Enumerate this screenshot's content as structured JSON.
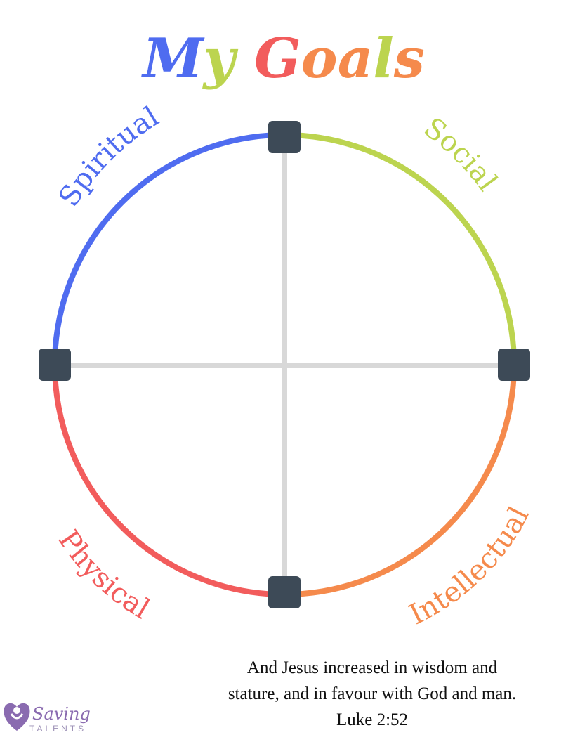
{
  "title": {
    "letters": [
      {
        "char": "M",
        "color": "#4f6cf0"
      },
      {
        "char": "y",
        "color": "#bcd44f"
      },
      {
        "char": " ",
        "color": "#ffffff"
      },
      {
        "char": "G",
        "color": "#f25c5c"
      },
      {
        "char": "o",
        "color": "#f58a4c"
      },
      {
        "char": "a",
        "color": "#f58a4c"
      },
      {
        "char": "l",
        "color": "#bcd44f"
      },
      {
        "char": "s",
        "color": "#f58a4c"
      }
    ]
  },
  "quadrants": [
    {
      "label": "Spiritual",
      "color": "#4f6cf0"
    },
    {
      "label": "Social",
      "color": "#bcd44f"
    },
    {
      "label": "Intellectual",
      "color": "#f58a4c"
    },
    {
      "label": "Physical",
      "color": "#f25c5c"
    }
  ],
  "colors": {
    "axis": "#d8d8d8",
    "node": "#3d4a57"
  },
  "verse": {
    "line1": "And Jesus increased in wisdom and",
    "line2": "stature, and in favour with God and man.",
    "reference": "Luke 2:52"
  },
  "logo": {
    "script": "Saving",
    "caps": "TALENTS",
    "icon": "heart-person-icon",
    "color": "#8a6bb0"
  }
}
